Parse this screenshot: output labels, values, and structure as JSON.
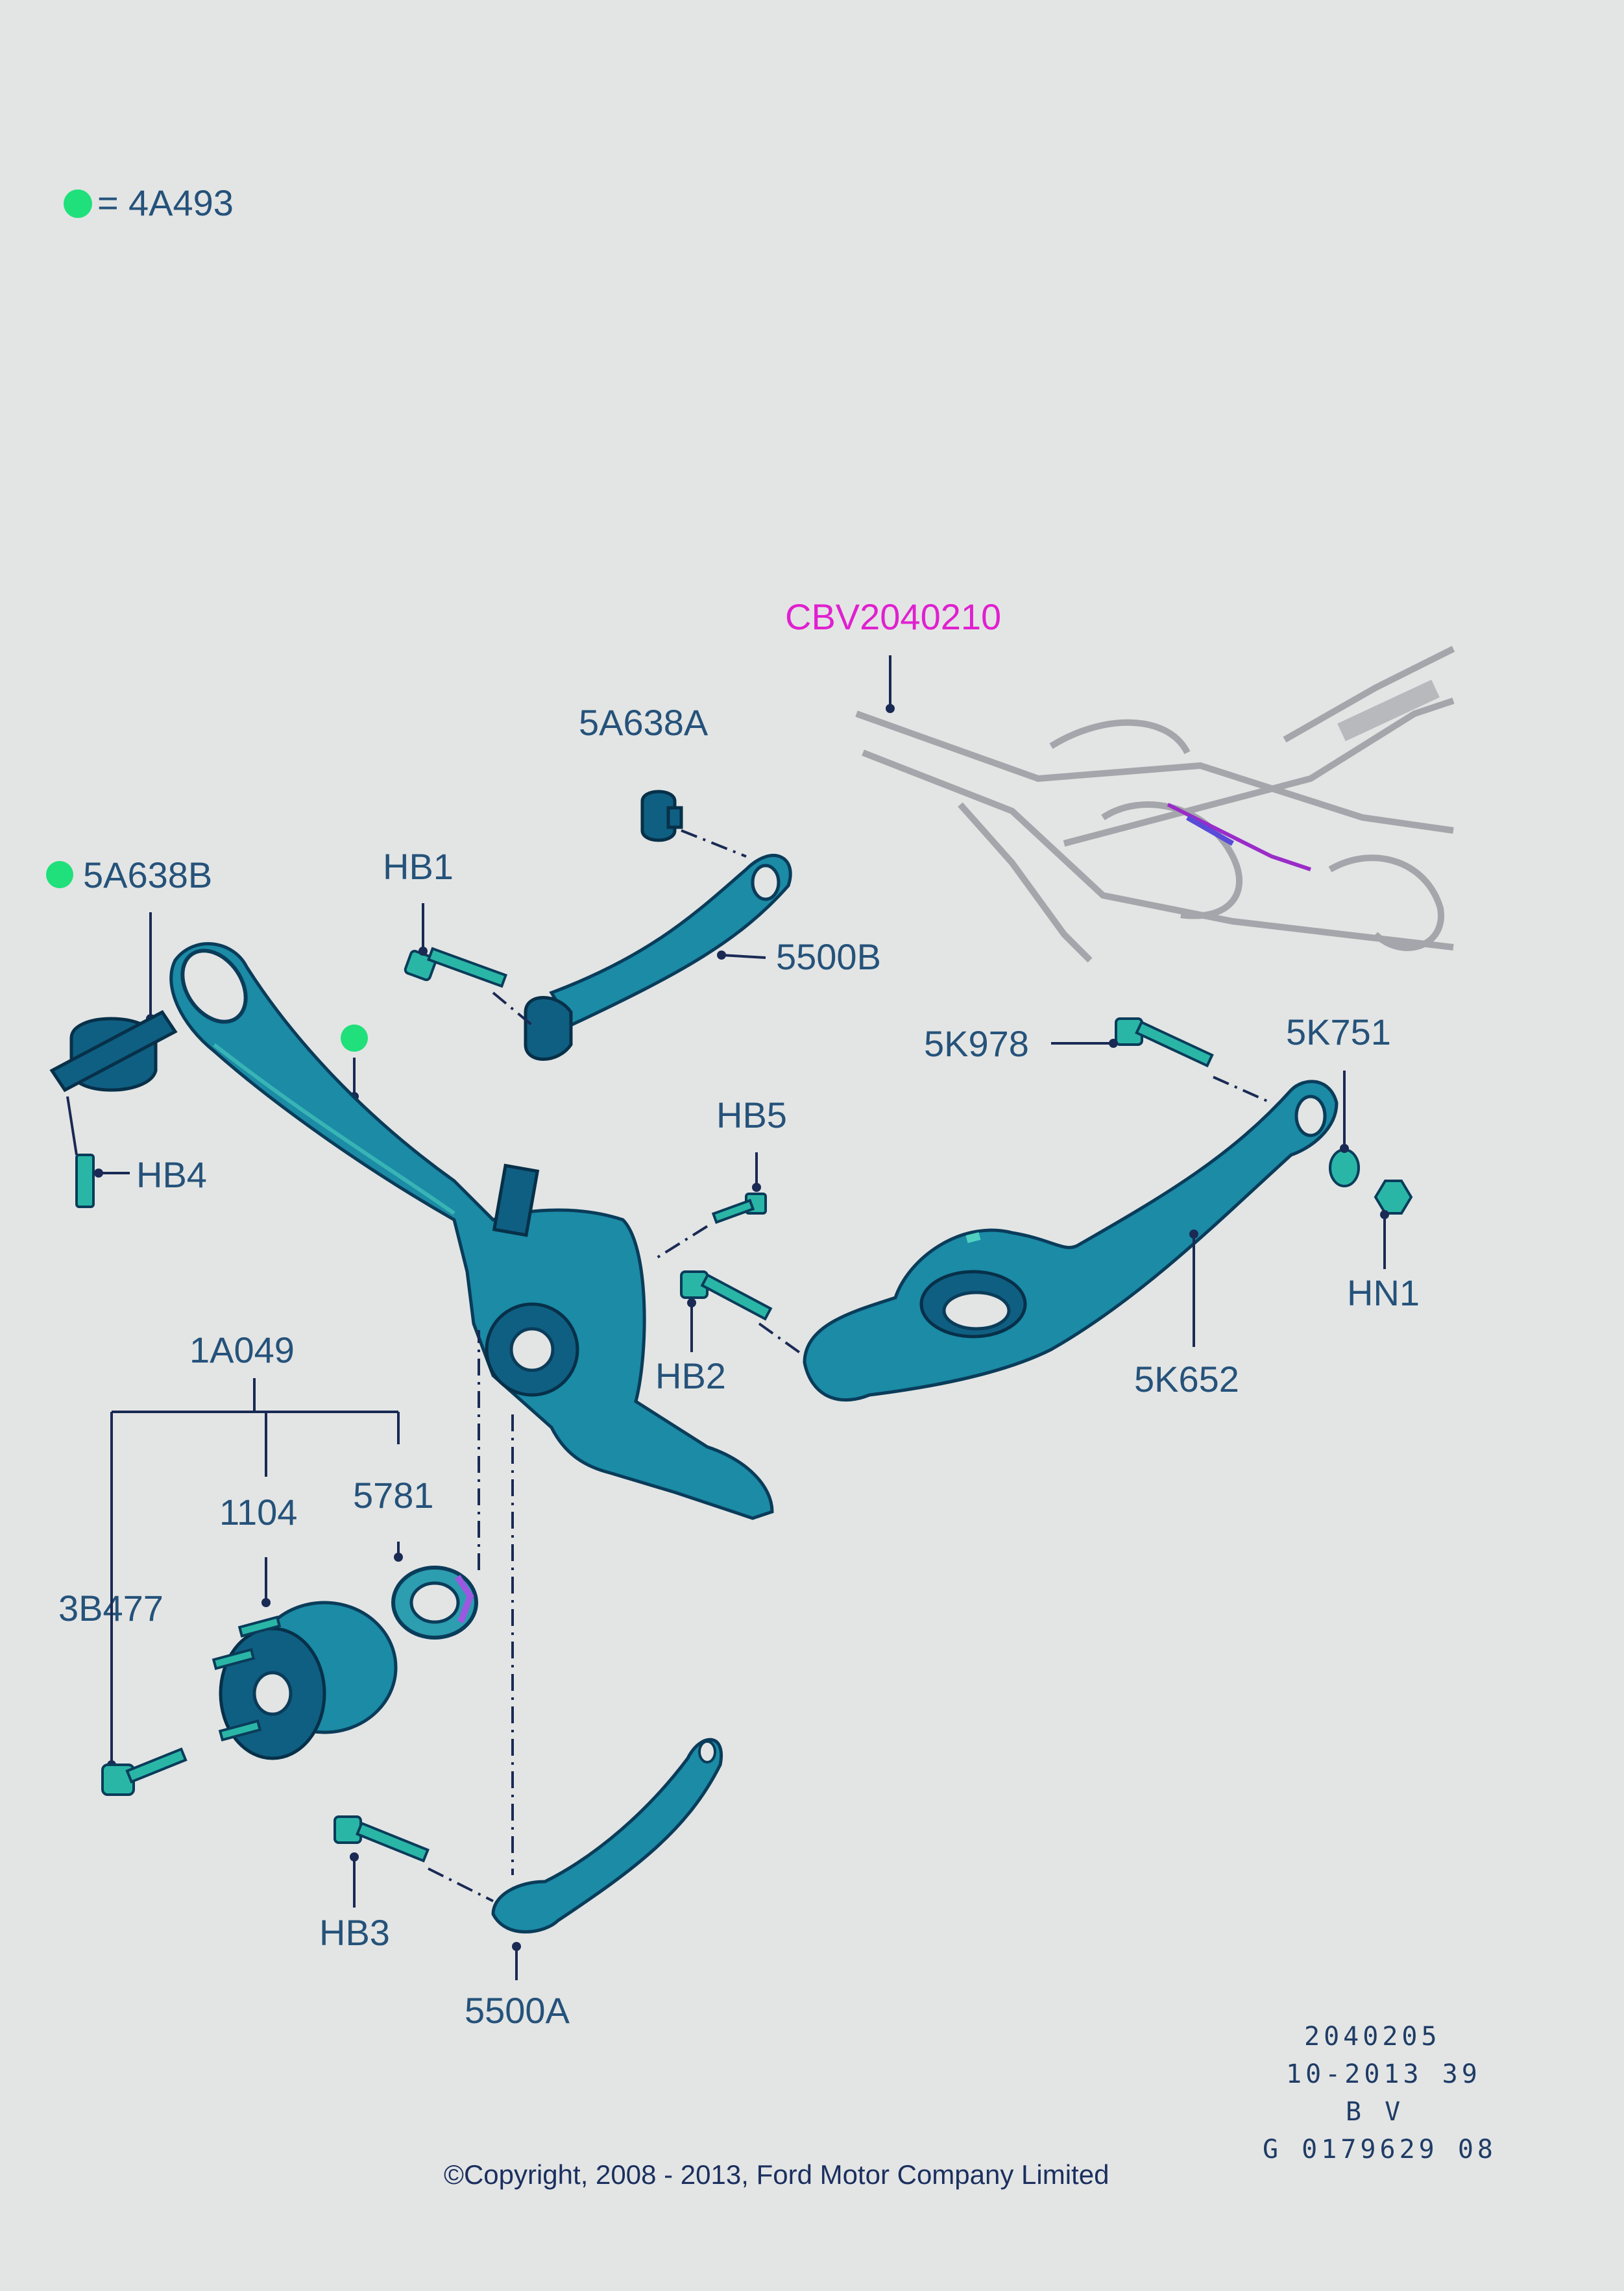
{
  "legend": {
    "marker_color": "#1fe07a",
    "equals": "=",
    "code": "4A493"
  },
  "reference_view": {
    "code": "CBV2040210",
    "color": "#e020d0"
  },
  "labels": {
    "l_5A638A": "5A638A",
    "l_5A638B": "5A638B",
    "l_HB1": "HB1",
    "l_5500B": "5500B",
    "l_5K978": "5K978",
    "l_5K751": "5K751",
    "l_HB5": "HB5",
    "l_HB4": "HB4",
    "l_HN1": "HN1",
    "l_HB2": "HB2",
    "l_5K652": "5K652",
    "l_1A049": "1A049",
    "l_1104": "1104",
    "l_5781": "5781",
    "l_3B477": "3B477",
    "l_HB3": "HB3",
    "l_5500A": "5500A"
  },
  "drawing_info": {
    "line1": "2040205",
    "line2": "10-2013 39",
    "line3": "B V",
    "line4": "G 0179629 08"
  },
  "copyright": "©Copyright, 2008 - 2013, Ford Motor Company Limited"
}
